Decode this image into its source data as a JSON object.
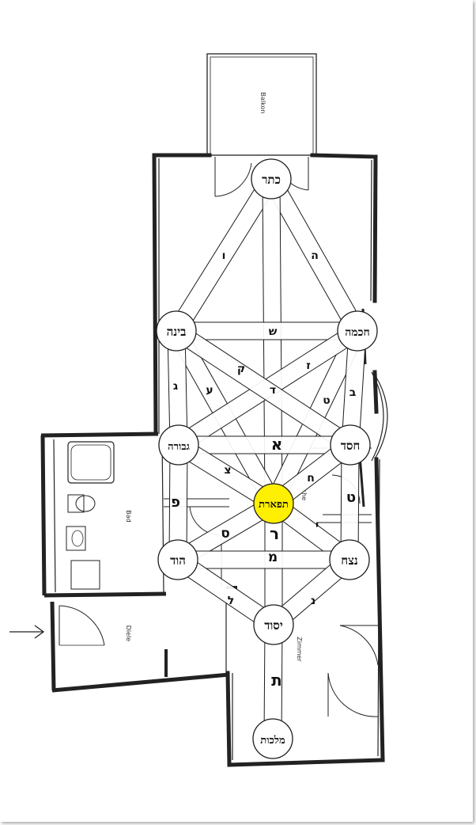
{
  "floorplan": {
    "rooms": {
      "balcony": "Balkon",
      "bath": "Bad",
      "hall": "Diele",
      "kitchen": "che",
      "room": "Zimmer"
    }
  },
  "sefirot": {
    "keter": "כתר",
    "chokhmah": "חכמה",
    "binah": "בינה",
    "chesed": "חסד",
    "gevurah": "גבורה",
    "tiferet": "תפארת",
    "netzach": "נצח",
    "hod": "הוד",
    "yesod": "יסוד",
    "malkhut": "מלכות"
  },
  "paths": {
    "keter_chokhmah": "ה",
    "keter_binah": "ו",
    "chokhmah_binah": "ש",
    "keter_tiferet": "ד",
    "chokhmah_tiferet": "ז",
    "binah_tiferet": "ק",
    "chokhmah_chesed": "ב",
    "binah_gevurah": "ג",
    "chokhmah_gevurah": "ט",
    "binah_chesed": "ע",
    "chesed_gevurah": "א",
    "chesed_tiferet": "ח",
    "gevurah_tiferet": "צ",
    "chesed_netzach": "ט",
    "gevurah_hod": "פ",
    "tiferet_netzach": "י",
    "tiferet_hod": "ס",
    "tiferet_yesod": "ר",
    "netzach_hod": "מ",
    "netzach_yesod": "נ",
    "hod_yesod": "ל",
    "yesod_malkhut": "ת"
  },
  "colors": {
    "highlight": "#ffef00",
    "line": "#1c1c1c",
    "path_fill": "#ffffff"
  }
}
